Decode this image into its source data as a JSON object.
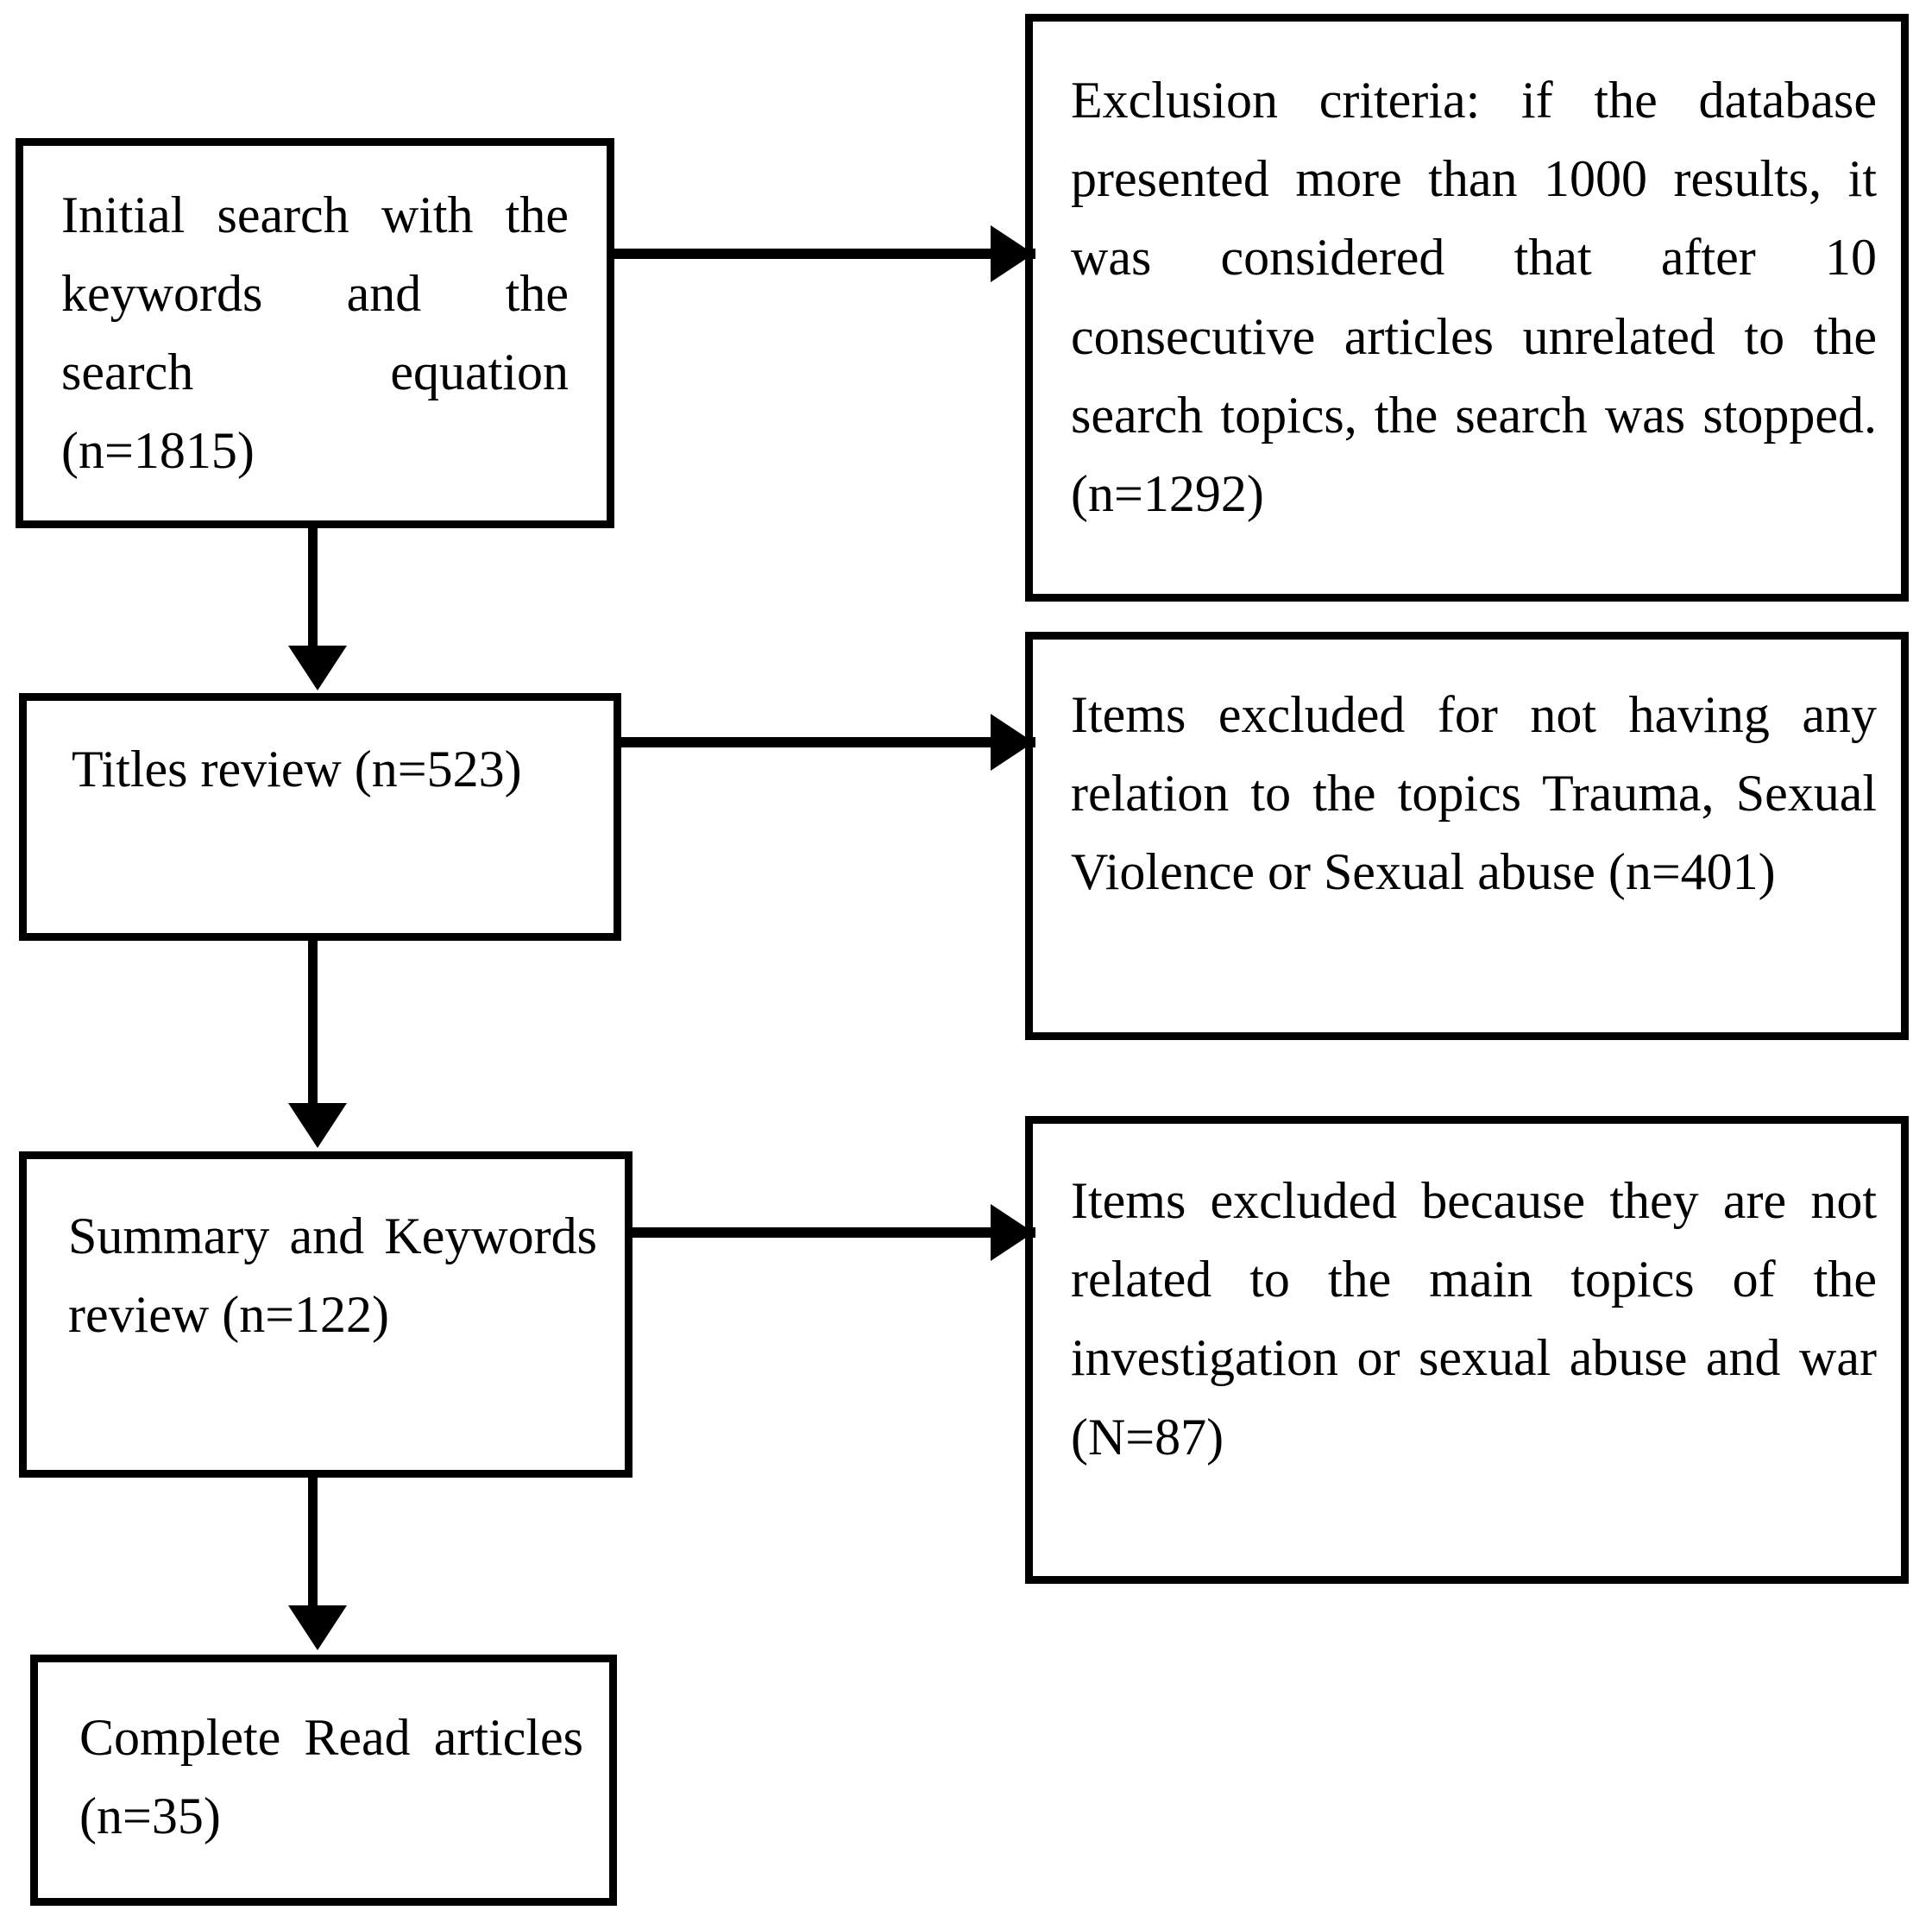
{
  "diagram": {
    "type": "prisma-flow-diagram",
    "left_column": [
      {
        "id": "initial-search",
        "text": "Initial search with the keywords and the search equation (n=1815)",
        "count": 1815
      },
      {
        "id": "titles-review",
        "text": "Titles review (n=523)",
        "count": 523
      },
      {
        "id": "summary-keywords-review",
        "text": "Summary and Keywords review (n=122)",
        "count": 122
      },
      {
        "id": "complete-read-articles",
        "text": "Complete Read articles (n=35)",
        "count": 35
      }
    ],
    "right_column": [
      {
        "id": "exclusion-criteria",
        "text": "Exclusion criteria: if the database presented more than 1000 results, it was considered that after 10 consecutive articles unrelated to the search topics, the search was stopped. (n=1292)",
        "count": 1292
      },
      {
        "id": "excluded-no-relation",
        "text": "Items excluded for not having any relation to the topics Trauma, Sexual Violence or Sexual abuse (n=401)",
        "count": 401
      },
      {
        "id": "excluded-not-related",
        "text": "Items excluded because they are not related to the main topics of the investigation or sexual abuse and war (N=87)",
        "count": 87
      }
    ],
    "colors": {
      "stroke": "#000000",
      "background": "#ffffff",
      "text": "#000000"
    }
  }
}
